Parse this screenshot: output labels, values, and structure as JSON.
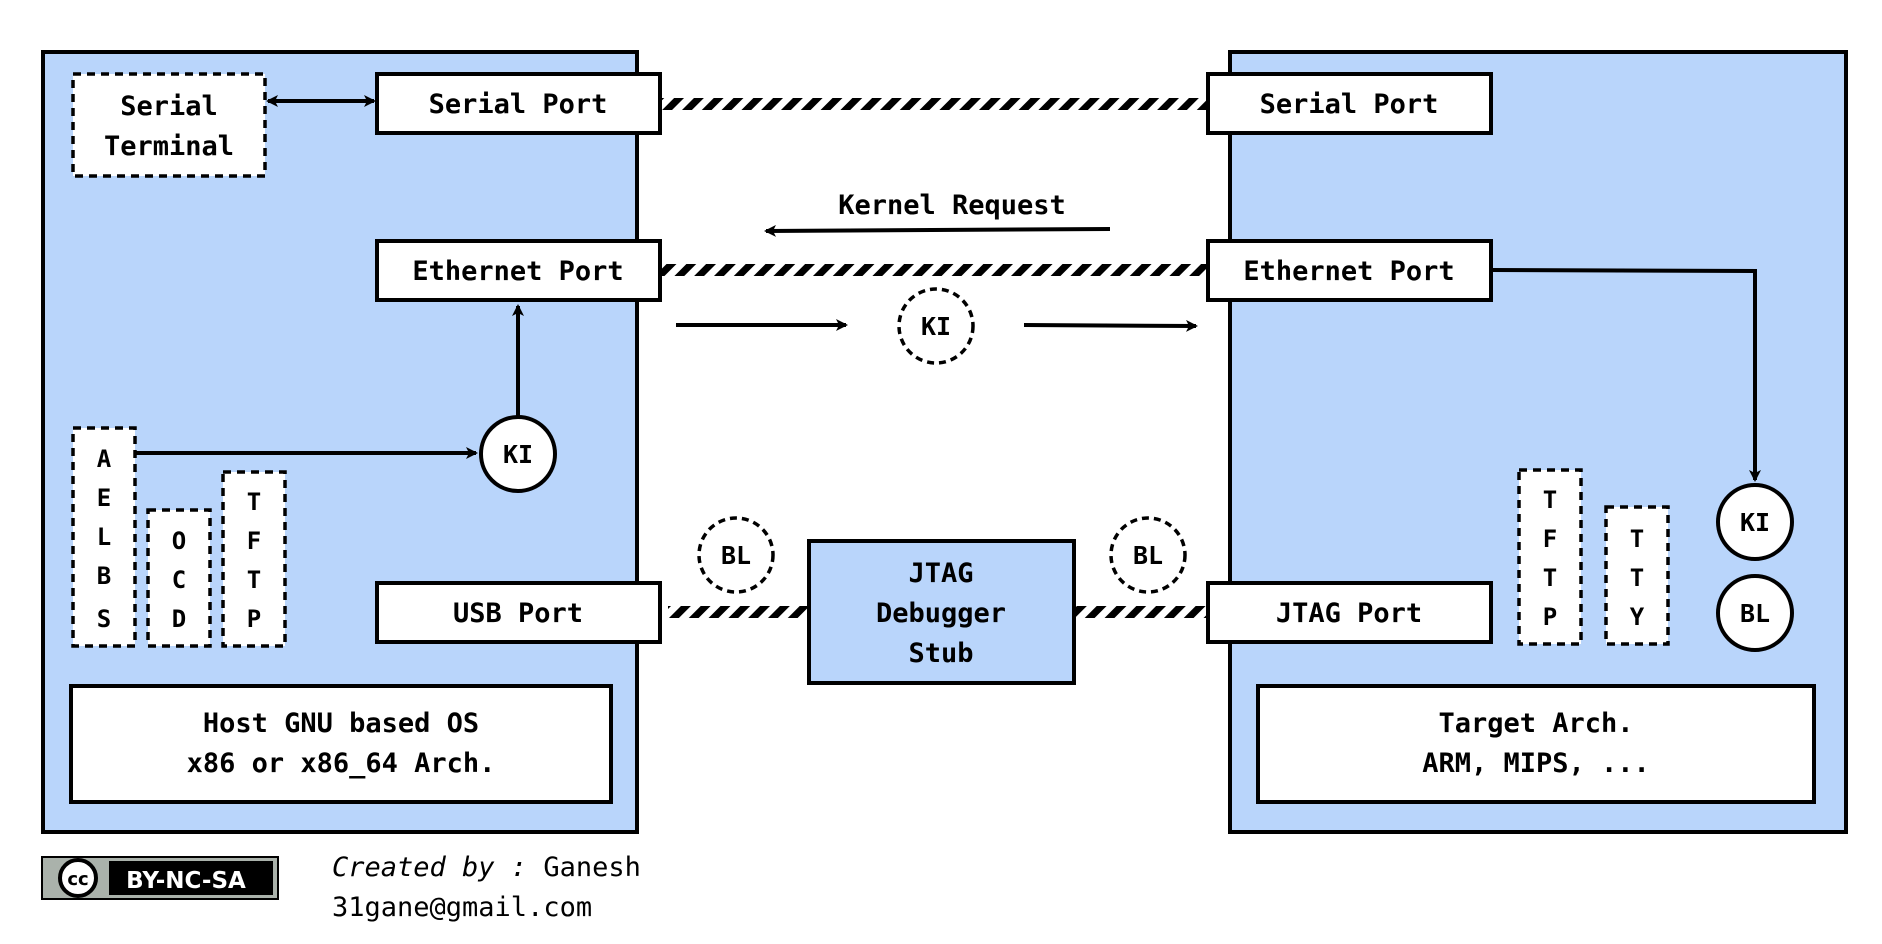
{
  "colors": {
    "panel": "#b9d5fb",
    "stroke": "#000000",
    "box_fill": "#ffffff"
  },
  "host": {
    "serial_terminal": [
      "Serial",
      "Terminal"
    ],
    "serial_port": "Serial Port",
    "ethernet_port": "Ethernet Port",
    "usb_port": "USB Port",
    "ki": "KI",
    "aelbs": [
      "A",
      "E",
      "L",
      "B",
      "S"
    ],
    "ocd": [
      "O",
      "C",
      "D"
    ],
    "tftp": [
      "T",
      "F",
      "T",
      "P"
    ],
    "os_box": [
      "Host GNU based OS",
      "x86 or x86_64 Arch."
    ]
  },
  "middle": {
    "kernel_request": "Kernel Request",
    "ki_transfer": "KI",
    "bl_left": "BL",
    "bl_right": "BL",
    "jtag_debugger": [
      "JTAG",
      "Debugger",
      "Stub"
    ]
  },
  "target": {
    "serial_port": "Serial Port",
    "ethernet_port": "Ethernet Port",
    "jtag_port": "JTAG Port",
    "tftp": [
      "T",
      "F",
      "T",
      "P"
    ],
    "tty": [
      "T",
      "T",
      "Y"
    ],
    "ki": "KI",
    "bl": "BL",
    "arch_box": [
      "Target Arch.",
      "ARM, MIPS, ..."
    ]
  },
  "footer": {
    "license_cc": "cc",
    "license": "BY-NC-SA",
    "created_by_label": "Created by :",
    "author": "Ganesh",
    "email": "31gane@gmail.com"
  }
}
